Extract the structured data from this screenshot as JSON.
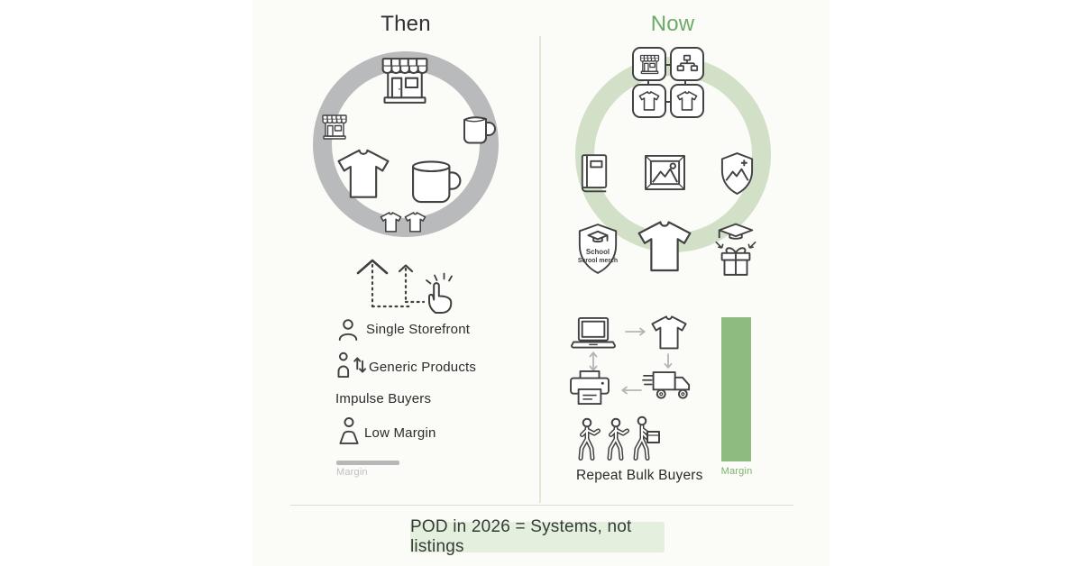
{
  "then": {
    "title": "Then",
    "rows": [
      {
        "label": "Single Storefront"
      },
      {
        "label": "Generic Products"
      },
      {
        "label": "Impulse Buyers"
      },
      {
        "label": "Low Margin"
      }
    ],
    "margin_label": "Margin"
  },
  "now": {
    "title": "Now",
    "school_shield": {
      "line1": "School",
      "line2": "Scrool merch"
    },
    "buyers_label": "Repeat Bulk Buyers",
    "margin_label": "Margin"
  },
  "footer": {
    "banner_text": "POD in 2026 = Systems, not listings"
  },
  "colors": {
    "accent_green": "#6dab68",
    "ring_green": "#d1e0c6",
    "ring_gray": "#b9babb",
    "bar_green": "#8dbc7e",
    "bar_gray": "#b7b7b7",
    "banner_bg": "#e4efde"
  }
}
